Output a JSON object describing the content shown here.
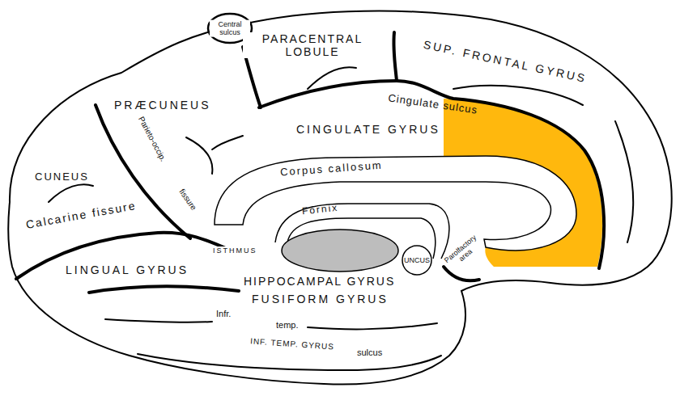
{
  "diagram": {
    "labels": [
      "Central sulcus",
      "PARACENTRAL LOBULE",
      "SUP. FRONTAL GYRUS",
      "Cingulate sulcus",
      "CINGULATE GYRUS",
      "Corpus callosum",
      "Fornix",
      "PRÆCUNEUS",
      "Parieto-occip.",
      "fissure",
      "CUNEUS",
      "Calcarine fissure",
      "LINGUAL GYRUS",
      "ISTHMUS",
      "HIPPOCAMPAL GYRUS",
      "UNCUS",
      "Parolfactory area",
      "FUSIFORM GYRUS",
      "Infr.",
      "temp.",
      "INF. TEMP. GYRUS",
      "sulcus"
    ]
  }
}
